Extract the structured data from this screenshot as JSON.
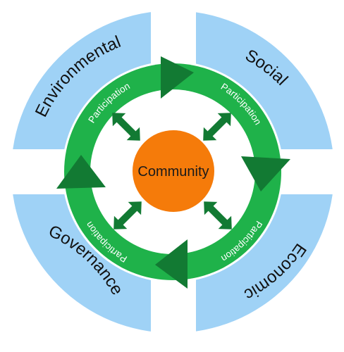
{
  "diagram": {
    "center": {
      "label": "Community"
    },
    "quadrants": [
      {
        "id": "environmental",
        "label": "Environmental"
      },
      {
        "id": "social",
        "label": "Social"
      },
      {
        "id": "economic",
        "label": "Economic"
      },
      {
        "id": "governance",
        "label": "Governance"
      }
    ],
    "participation": [
      {
        "label": "Participation"
      },
      {
        "label": "Participation"
      },
      {
        "label": "Participation"
      },
      {
        "label": "Participation"
      }
    ]
  },
  "colors": {
    "quadrant_fill": "#9fd2f6",
    "ring_green": "#1fb24a",
    "arrow_dark_green": "#127a33",
    "center_fill": "#f57b0a",
    "background": "#ffffff"
  },
  "icons": {
    "ring_arrowheads": "triangle-arrow-icon",
    "spoke_arrows": "double-headed-arrow-icon"
  }
}
